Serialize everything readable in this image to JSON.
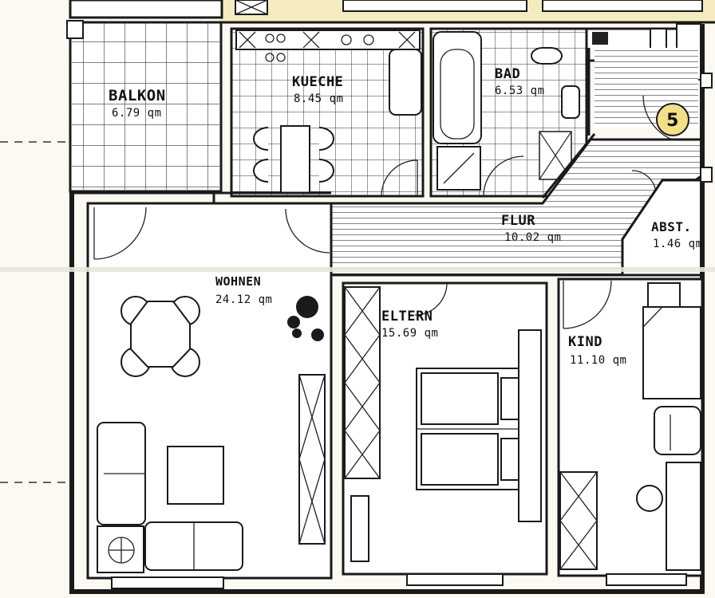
{
  "rooms": {
    "balkon": {
      "name": "BALKON",
      "area": "6.79 qm"
    },
    "kueche": {
      "name": "KUECHE",
      "area": "8.45 qm"
    },
    "bad": {
      "name": "BAD",
      "area": "6.53 qm"
    },
    "flur": {
      "name": "FLUR",
      "area": "10.02 qm"
    },
    "abst": {
      "name": "ABST.",
      "area": "1.46 qm"
    },
    "wohnen": {
      "name": "WOHNEN",
      "area": "24.12 qm"
    },
    "eltern": {
      "name": "ELTERN",
      "area": "15.69 qm"
    },
    "kind": {
      "name": "KIND",
      "area": "11.10 qm"
    }
  },
  "unit_marker": {
    "number": "5",
    "color": "#f2df8a"
  },
  "colors": {
    "paper": "#fbf9f2",
    "ink": "#1a1a1a",
    "highlight": "#f2df8a"
  }
}
